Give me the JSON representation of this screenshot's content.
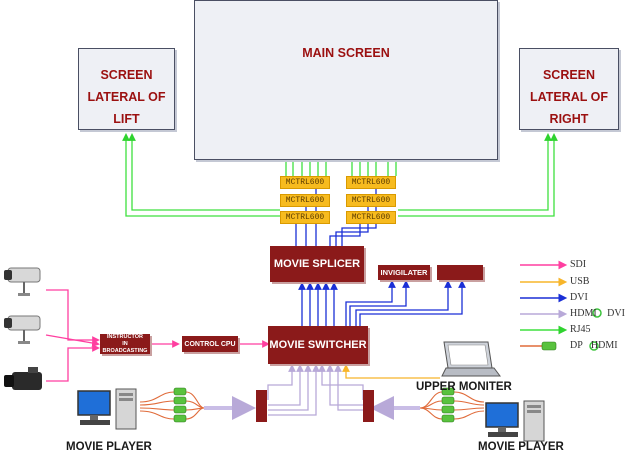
{
  "screens": {
    "main": "MAIN SCREEN",
    "left_line1": "SCREEN",
    "left_line2": "LATERAL OF LIFT",
    "right_line1": "SCREEN",
    "right_line2": "LATERAL OF RIGHT"
  },
  "controllers": [
    "MCTRL600",
    "MCTRL600",
    "MCTRL600",
    "MCTRL600",
    "MCTRL600",
    "MCTRL600"
  ],
  "devices": {
    "splicer": "MOVIE SPLICER",
    "switcher": "MOVIE SWITCHER",
    "invigilater": "INVIGILATER",
    "control_cpu": "CONTROL CPU",
    "instructor_line1": "INSTRUCTOR",
    "instructor_line2": "IN BROADCASTING",
    "upper_monitor": "UPPER MONITER",
    "player_left": "MOVIE PLAYER",
    "player_right": "MOVIE PLAYER"
  },
  "legend": [
    {
      "label": "SDI",
      "color": "#ff3fa0"
    },
    {
      "label": "USB",
      "color": "#f7b52a"
    },
    {
      "label": "DVI",
      "color": "#1a2fd6"
    },
    {
      "label": "HDMI DVI",
      "color": "#b8a9d8"
    },
    {
      "label": "RJ45",
      "color": "#3ee03e"
    },
    {
      "label": "DP HDMI",
      "color": "#e06b3a"
    }
  ]
}
